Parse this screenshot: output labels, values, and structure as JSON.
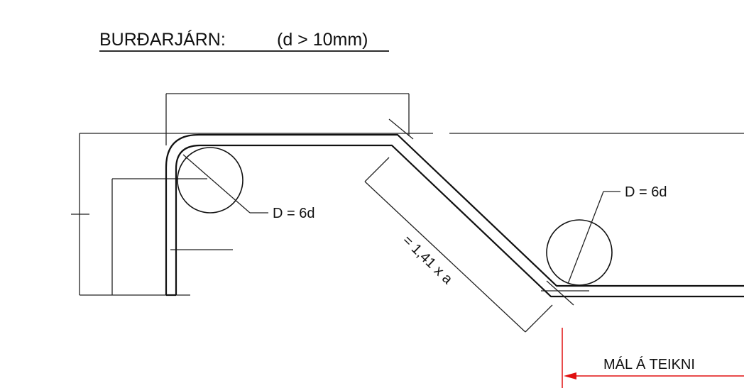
{
  "title": {
    "main": "BURÐARJÁRN:",
    "condition": "(d > 10mm)"
  },
  "labels": {
    "mandrel_left": "D = 6d",
    "mandrel_right": "D = 6d",
    "diagonal_length": "= 1,41 x a",
    "drawing_dimension": "MÁL Á TEIKNI"
  },
  "colors": {
    "ink": "#111111",
    "dimension_red": "#e01010",
    "background": "#ffffff"
  }
}
